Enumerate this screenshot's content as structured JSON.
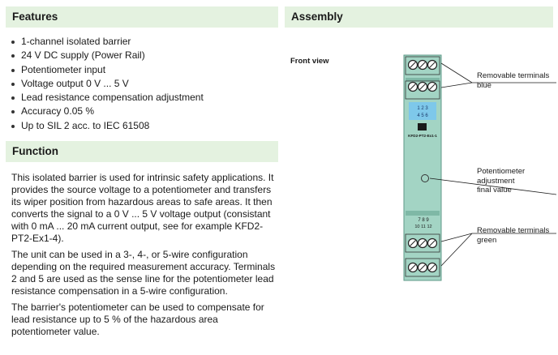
{
  "features": {
    "heading": "Features",
    "items": [
      "1-channel isolated barrier",
      "24 V DC supply (Power Rail)",
      "Potentiometer input",
      "Voltage output 0 V ... 5 V",
      "Lead resistance compensation adjustment",
      "Accuracy 0.05 %",
      "Up to SIL 2 acc. to IEC 61508"
    ]
  },
  "function": {
    "heading": "Function",
    "paragraphs": [
      "This isolated barrier is used for intrinsic safety applications. It provides the source voltage to a potentiometer and transfers its wiper position from hazardous areas to safe areas. It then converts the signal to a 0 V ... 5 V voltage output (consistant with 0 mA ... 20 mA current output, see for example KFD2-PT2-Ex1-4).",
      "The unit can be used in a 3-, 4-, or 5-wire configuration depending on the required measurement accuracy. Terminals 2 and 5 are used as the sense line for the potentiometer lead resistance compensation in a 5-wire configuration.",
      "The barrier's potentiometer can be used to compensate for lead resistance up to 5 % of the hazardous area potentiometer value."
    ]
  },
  "assembly": {
    "heading": "Assembly",
    "front_view_label": "Front view",
    "device_model": "KFD2-PT2-Ex1-1",
    "terminal_numbers_top_row1": "1  2  3",
    "terminal_numbers_top_row2": "4  5  6",
    "terminal_numbers_bottom_row1": "7  8  9",
    "terminal_numbers_bottom_row2": "10 11 12",
    "callout_blue_line1": "Removable terminals",
    "callout_blue_line2": "blue",
    "callout_pot_line1": "Potentiometer",
    "callout_pot_line2": "adjustment",
    "callout_pot_line3": "final value",
    "callout_green_line1": "Removable terminals",
    "callout_green_line2": "green"
  },
  "colors": {
    "section_header_bg": "#e4f2e0",
    "housing": "#a3d4c4",
    "housing_dark": "#7fb8a6",
    "blue_terminal_label": "#7ec8ea"
  }
}
